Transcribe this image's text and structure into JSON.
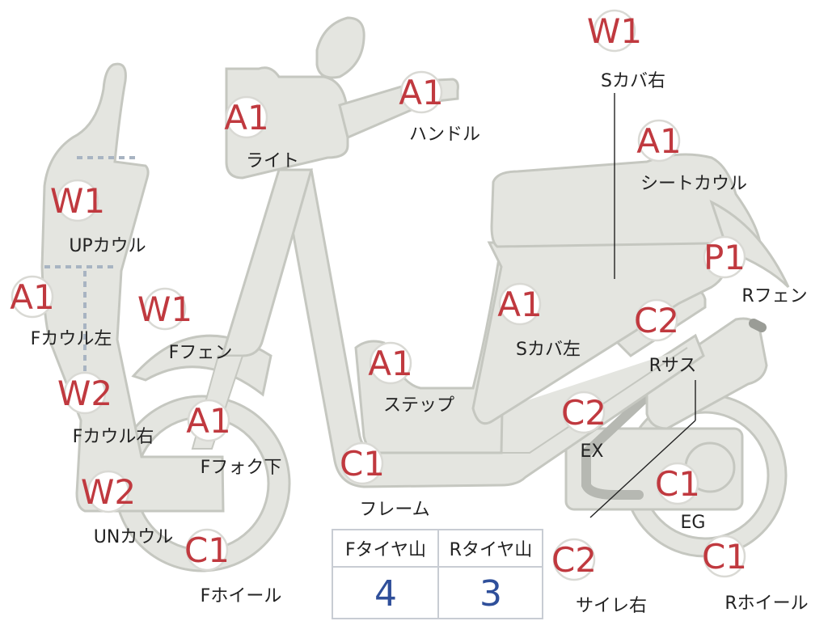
{
  "parts": [
    {
      "id": "w1-scover-right",
      "code": "W1",
      "name": "Sカバ右"
    },
    {
      "id": "a1-handle",
      "code": "A1",
      "name": "ハンドル"
    },
    {
      "id": "a1-light",
      "code": "A1",
      "name": "ライト"
    },
    {
      "id": "a1-seat-cowl",
      "code": "A1",
      "name": "シートカウル"
    },
    {
      "id": "w1-up-cowl",
      "code": "W1",
      "name": "UPカウル"
    },
    {
      "id": "p1-r-fender",
      "code": "P1",
      "name": "Rフェン"
    },
    {
      "id": "a1-f-cowl-left",
      "code": "A1",
      "name": "Fカウル左"
    },
    {
      "id": "w1-f-fender",
      "code": "W1",
      "name": "Fフェン"
    },
    {
      "id": "a1-scover-left",
      "code": "A1",
      "name": "Sカバ左"
    },
    {
      "id": "c2-r-suspension",
      "code": "C2",
      "name": "Rサス"
    },
    {
      "id": "a1-step",
      "code": "A1",
      "name": "ステップ"
    },
    {
      "id": "w2-f-cowl-right",
      "code": "W2",
      "name": "Fカウル右"
    },
    {
      "id": "a1-f-fork-lower",
      "code": "A1",
      "name": "Fフォク下"
    },
    {
      "id": "c2-exhaust",
      "code": "C2",
      "name": "EX"
    },
    {
      "id": "c1-frame",
      "code": "C1",
      "name": "フレーム"
    },
    {
      "id": "c1-engine",
      "code": "C1",
      "name": "EG"
    },
    {
      "id": "w2-un-cowl",
      "code": "W2",
      "name": "UNカウル"
    },
    {
      "id": "c1-f-wheel",
      "code": "C1",
      "name": "Fホイール"
    },
    {
      "id": "c2-silencer-right",
      "code": "C2",
      "name": "サイレ右"
    },
    {
      "id": "c1-r-wheel",
      "code": "C1",
      "name": "Rホイール"
    }
  ],
  "tire_table": {
    "headers": [
      "Fタイヤ山",
      "Rタイヤ山"
    ],
    "values": [
      "4",
      "3"
    ]
  },
  "colors": {
    "body_fill": "#e4e5e0",
    "outline": "#c5c7c0",
    "badge_text": "#c0393f",
    "table_value": "#2f4f9a"
  }
}
